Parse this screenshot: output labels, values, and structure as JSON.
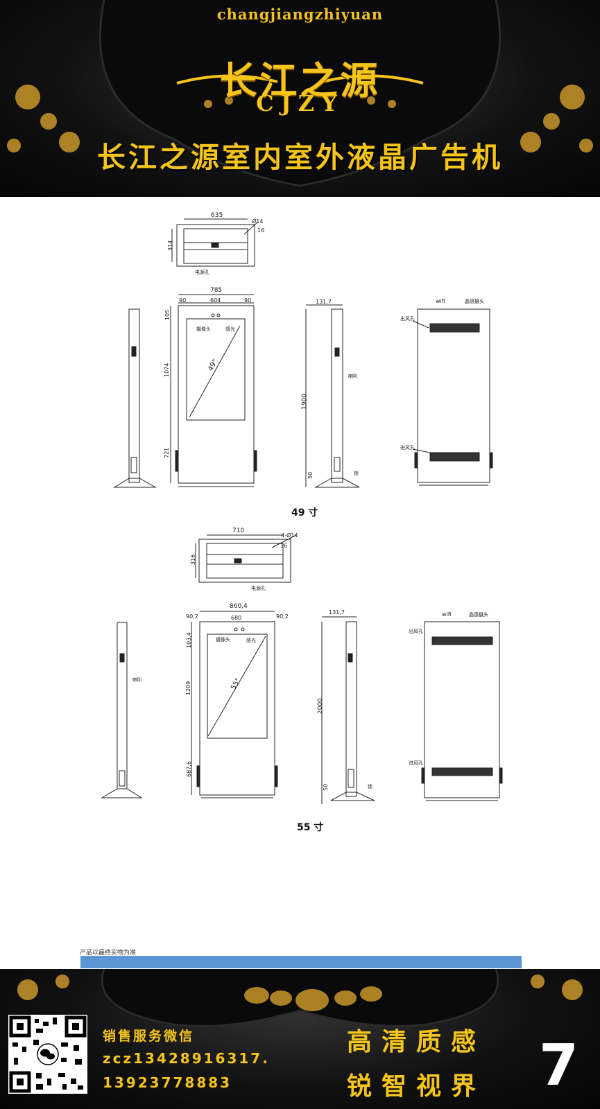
{
  "header": {
    "logo_latin": "changjiangzhiyuan",
    "logo_cn": "长江之源",
    "logo_en": "CJZY",
    "headline": "长江之源室内室外液晶广告机"
  },
  "drawing49": {
    "top_width": "635",
    "top_hole": "Ø14",
    "top_edge": "16",
    "top_depth": "314",
    "power_hole": "电源孔",
    "overall_width": "785",
    "margin_left": "90",
    "screen_width": "604",
    "margin_right": "90",
    "top_h": "105",
    "camera": "摄像头",
    "light_sensor": "感光",
    "screen_h": "1074",
    "diagonal": "49\"",
    "base_h": "721",
    "depth": "131,7",
    "height": "1900",
    "speaker": "喇叭",
    "foot_h": "50",
    "lock": "锁",
    "wifi": "wifi",
    "sensor_cam": "晶感摄头",
    "vent_out": "出风孔",
    "vent_in": "进风孔",
    "caption": "49 寸"
  },
  "drawing55": {
    "top_width": "710",
    "top_hole": "4-Ø14",
    "top_edge": "16",
    "top_depth": "316",
    "power_hole": "电源孔",
    "overall_width": "860,4",
    "margin_left": "90,2",
    "screen_width": "680",
    "margin_right": "90,2",
    "top_h": "103,4",
    "camera": "摄像头",
    "light_sensor": "感光",
    "screen_h": "1209",
    "diagonal": "55\"",
    "base_h": "687,6",
    "depth": "131,7",
    "height": "2000",
    "speaker": "喇叭",
    "foot_h": "50",
    "lock": "锁",
    "wifi": "wifi",
    "sensor_cam": "晶感摄头",
    "vent_out": "出风孔",
    "vent_in": "进风孔",
    "caption": "55 寸"
  },
  "note": "产品以最终实物为准",
  "footer": {
    "label": "销售服务微信",
    "wechat": "zcz13428916317.",
    "phone": "13923778883",
    "slogan_1": "高清质感",
    "slogan_2": "锐智视界",
    "page_number": "7"
  },
  "colors": {
    "gold": "#f6c51a",
    "blue_bar": "#5b95d3",
    "dark_bg": "#111111"
  },
  "icons": [
    "flourish-ornament",
    "qr-code",
    "wechat-logo"
  ]
}
